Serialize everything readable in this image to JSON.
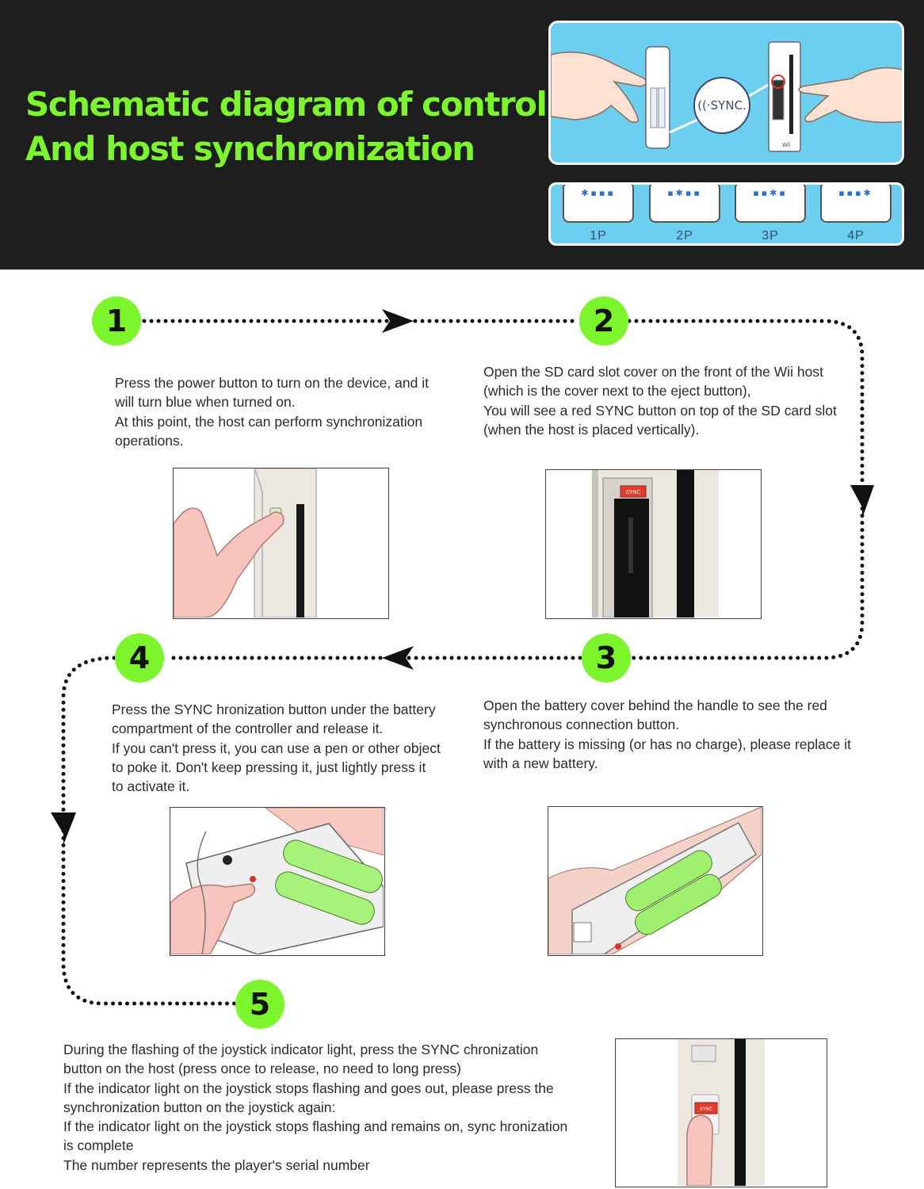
{
  "header": {
    "title_line1": "Schematic diagram of controller",
    "title_line2": "And host synchronization",
    "sync_label": "((·SYNC.",
    "host_logo": "Wii",
    "players": [
      "1P",
      "2P",
      "3P",
      "4P"
    ],
    "colors": {
      "background": "#1e1e1e",
      "title": "#7cf52c",
      "panel": "#6dcff0"
    }
  },
  "steps": [
    {
      "number": "1",
      "lines": [
        "Press the power button to turn on the device, and it",
        "will turn blue when turned on.",
        "At this point, the host can perform synchronization",
        "operations."
      ]
    },
    {
      "number": "2",
      "lines": [
        "Open the SD card slot cover on the front of the Wii host",
        "(which is the cover next to the eject button),",
        "You will see a red SYNC button on top of the SD card slot",
        "(when the host is placed vertically)."
      ]
    },
    {
      "number": "3",
      "lines": [
        "Open the battery cover behind the handle to see the red",
        "synchronous connection button.",
        "If the battery is missing (or has no charge), please replace it",
        "with a new battery."
      ]
    },
    {
      "number": "4",
      "lines": [
        "Press the SYNC hronization button under the battery",
        "compartment of the controller and release it.",
        "If you can't press it, you can use a pen or other object",
        "to poke it. Don't keep pressing it, just lightly press it",
        "to activate it."
      ]
    },
    {
      "number": "5",
      "lines": [
        "During the flashing of the joystick indicator light, press the SYNC chronization",
        "button on the host (press once to release, no need to long press)",
        "If the indicator light on the joystick stops flashing and goes out, please press the",
        "synchronization button on the joystick again:",
        "If the indicator light on the joystick stops flashing and remains on, sync hronization",
        "is complete",
        "The number represents the player's serial number"
      ]
    }
  ],
  "photo_labels": {
    "sd_sync": "SYNC",
    "host_sync": "SYNC"
  },
  "accent_color": "#7cf52c"
}
